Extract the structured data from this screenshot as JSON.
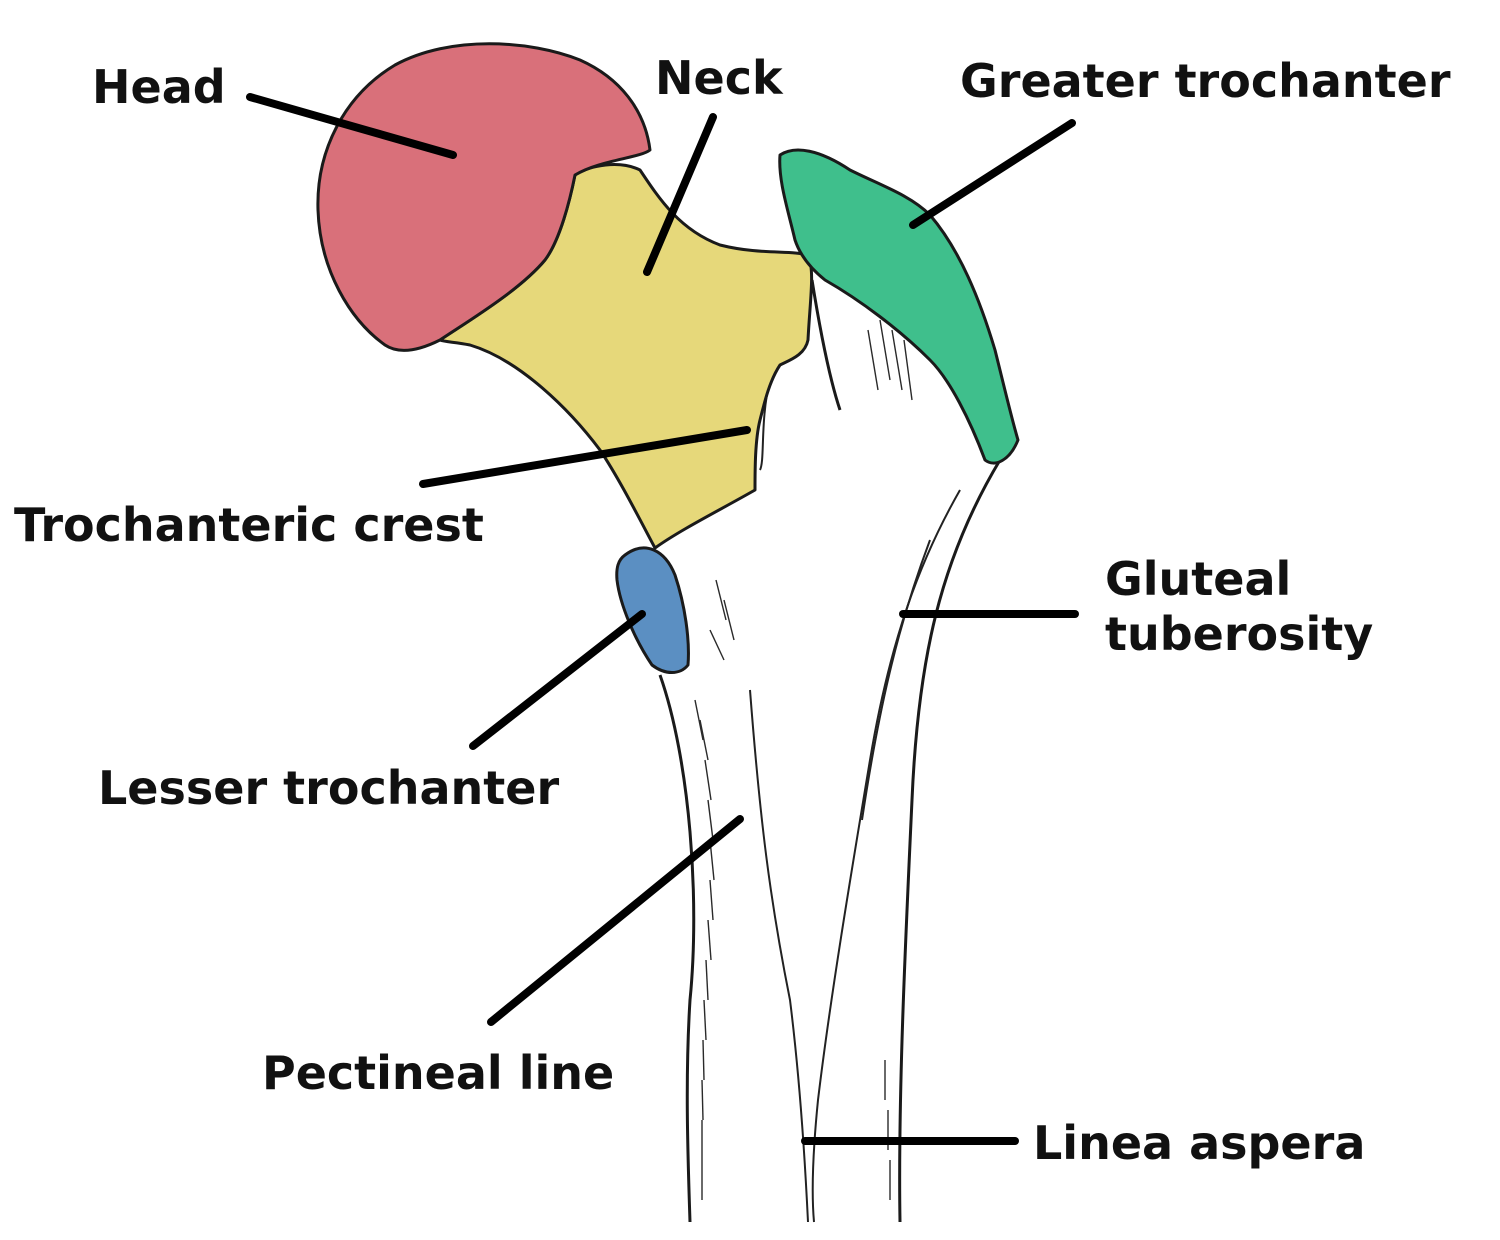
{
  "labels": {
    "head": "Head",
    "neck": "Neck",
    "greater_trochanter": "Greater trochanter",
    "trochanteric_crest": "Trochanteric crest",
    "gluteal_tuberosity_line1": "Gluteal",
    "gluteal_tuberosity_line2": "tuberosity",
    "lesser_trochanter": "Lesser trochanter",
    "pectineal_line": "Pectineal line",
    "linea_aspera": "Linea aspera"
  },
  "colors": {
    "head": "#d9707a",
    "neck": "#e6d87a",
    "greater_trochanter": "#3fbf8c",
    "lesser_trochanter": "#5b8fc2",
    "outline": "#1a1a1a",
    "label_text": "#111111"
  }
}
